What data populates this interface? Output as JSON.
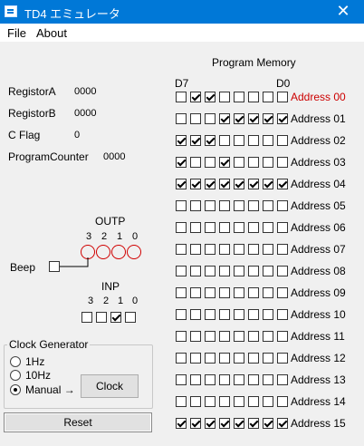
{
  "window": {
    "title": "TD4 エミュレータ",
    "close_symbol": "✕"
  },
  "menu": {
    "file": "File",
    "about": "About"
  },
  "registers": [
    {
      "label": "RegistorA",
      "value": "0000"
    },
    {
      "label": "RegistorB",
      "value": "0000"
    },
    {
      "label": "C Flag",
      "value": "0"
    },
    {
      "label": "ProgramCounter",
      "value": "0000"
    }
  ],
  "outp": {
    "label": "OUTP",
    "bits": [
      "3",
      "2",
      "1",
      "0"
    ],
    "led_color": "#d00000"
  },
  "beep": {
    "label": "Beep",
    "checked": false
  },
  "inp": {
    "label": "INP",
    "bits": [
      "3",
      "2",
      "1",
      "0"
    ],
    "states": [
      false,
      false,
      true,
      false
    ]
  },
  "clock": {
    "group_label": "Clock Generator",
    "options": [
      "1Hz",
      "10Hz",
      "Manual →"
    ],
    "selected": 2,
    "button": "Clock"
  },
  "reset_button": "Reset",
  "program_memory": {
    "title": "Program Memory",
    "msb_label": "D7",
    "lsb_label": "D0",
    "current_color": "#cc0000",
    "rows": [
      {
        "addr": "Address 00",
        "bits": [
          0,
          1,
          1,
          0,
          0,
          0,
          0,
          0
        ],
        "current": true
      },
      {
        "addr": "Address 01",
        "bits": [
          0,
          0,
          0,
          1,
          1,
          1,
          1,
          1
        ],
        "current": false
      },
      {
        "addr": "Address 02",
        "bits": [
          1,
          1,
          1,
          0,
          0,
          0,
          0,
          0
        ],
        "current": false
      },
      {
        "addr": "Address 03",
        "bits": [
          1,
          0,
          0,
          1,
          0,
          0,
          0,
          0
        ],
        "current": false
      },
      {
        "addr": "Address 04",
        "bits": [
          1,
          1,
          1,
          1,
          1,
          1,
          1,
          1
        ],
        "current": false
      },
      {
        "addr": "Address 05",
        "bits": [
          0,
          0,
          0,
          0,
          0,
          0,
          0,
          0
        ],
        "current": false
      },
      {
        "addr": "Address 06",
        "bits": [
          0,
          0,
          0,
          0,
          0,
          0,
          0,
          0
        ],
        "current": false
      },
      {
        "addr": "Address 07",
        "bits": [
          0,
          0,
          0,
          0,
          0,
          0,
          0,
          0
        ],
        "current": false
      },
      {
        "addr": "Address 08",
        "bits": [
          0,
          0,
          0,
          0,
          0,
          0,
          0,
          0
        ],
        "current": false
      },
      {
        "addr": "Address 09",
        "bits": [
          0,
          0,
          0,
          0,
          0,
          0,
          0,
          0
        ],
        "current": false
      },
      {
        "addr": "Address 10",
        "bits": [
          0,
          0,
          0,
          0,
          0,
          0,
          0,
          0
        ],
        "current": false
      },
      {
        "addr": "Address 11",
        "bits": [
          0,
          0,
          0,
          0,
          0,
          0,
          0,
          0
        ],
        "current": false
      },
      {
        "addr": "Address 12",
        "bits": [
          0,
          0,
          0,
          0,
          0,
          0,
          0,
          0
        ],
        "current": false
      },
      {
        "addr": "Address 13",
        "bits": [
          0,
          0,
          0,
          0,
          0,
          0,
          0,
          0
        ],
        "current": false
      },
      {
        "addr": "Address 14",
        "bits": [
          0,
          0,
          0,
          0,
          0,
          0,
          0,
          0
        ],
        "current": false
      },
      {
        "addr": "Address 15",
        "bits": [
          1,
          1,
          1,
          1,
          1,
          1,
          1,
          1
        ],
        "current": false
      }
    ]
  }
}
